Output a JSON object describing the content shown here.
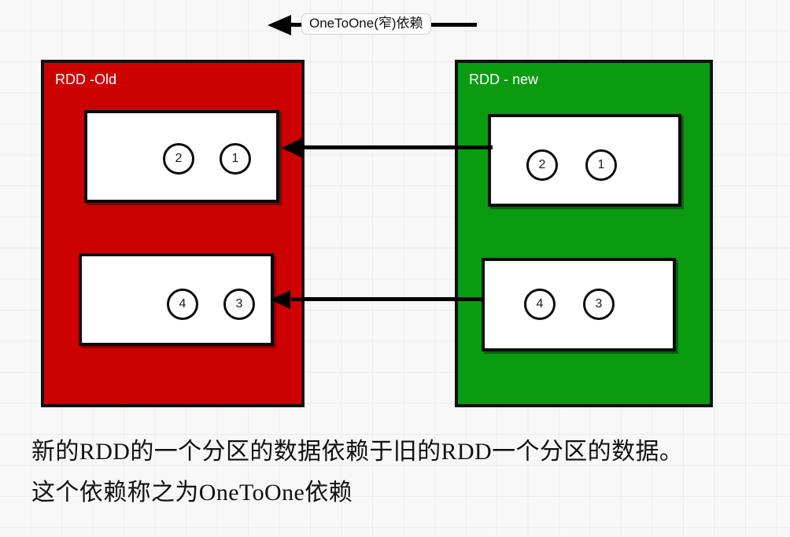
{
  "diagram": {
    "top_label": "OneToOne(窄)依赖",
    "old_rdd": {
      "title": "RDD -Old",
      "color": "#cc0000",
      "partitions": [
        {
          "name": "partition-old-1",
          "circles": [
            "2",
            "1"
          ]
        },
        {
          "name": "partition-old-2",
          "circles": [
            "4",
            "3"
          ]
        }
      ]
    },
    "new_rdd": {
      "title": "RDD - new",
      "color": "#0a9b10",
      "partitions": [
        {
          "name": "partition-new-1",
          "circles": [
            "2",
            "1"
          ]
        },
        {
          "name": "partition-new-2",
          "circles": [
            "4",
            "3"
          ]
        }
      ]
    },
    "arrows": [
      {
        "name": "dependency-arrow-top",
        "direction": "right-to-left"
      },
      {
        "name": "dependency-arrow-bottom",
        "direction": "right-to-left"
      }
    ]
  },
  "caption": {
    "line1": "新的RDD的一个分区的数据依赖于旧的RDD一个分区的数据。",
    "line2": "这个依赖称之为OneToOne依赖"
  }
}
